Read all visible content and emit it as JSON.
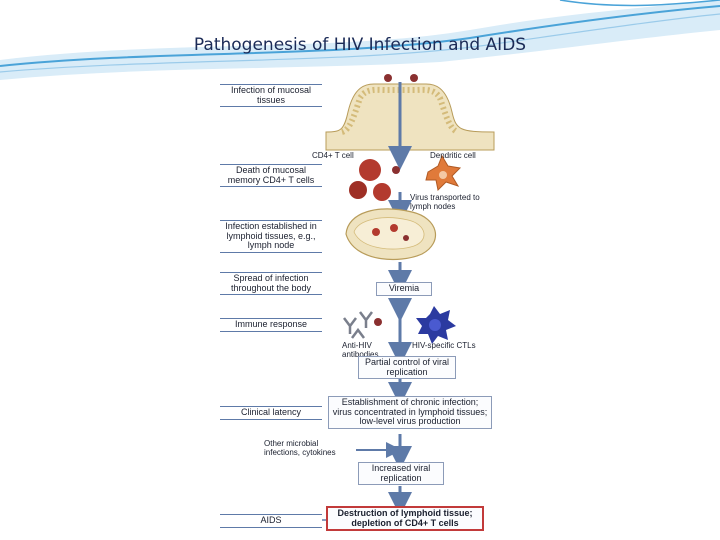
{
  "title": "Pathogenesis of HIV Infection and AIDS",
  "colors": {
    "title": "#1b2b57",
    "accent_wave": "#4aa3d8",
    "arrow": "#5e7aa8",
    "infected_cell": "#b33a2e",
    "dendritic_cell": "#e07a3a",
    "ctl": "#2b3aa0"
  },
  "stages": [
    "Infection of mucosal tissues",
    "Death of mucosal memory CD4+ T cells",
    "Infection established in lymphoid tissues, e.g., lymph node",
    "Spread of infection throughout the body",
    "Immune response",
    "Clinical latency",
    "AIDS"
  ],
  "labels": {
    "cd4_cell": "CD4+ T cell",
    "dendritic_cell": "Dendritic cell",
    "transport": "Virus transported to lymph nodes",
    "viremia": "Viremia",
    "antibodies": "Anti-HIV antibodies",
    "ctls": "HIV-specific CTLs",
    "partial_control": "Partial control of viral replication",
    "chronic": "Establishment of chronic infection; virus concentrated in lymphoid tissues; low-level virus production",
    "microbial": "Other microbial infections, cytokines",
    "increased": "Increased viral replication",
    "destruction": "Destruction of lymphoid tissue; depletion of CD4+ T cells"
  }
}
